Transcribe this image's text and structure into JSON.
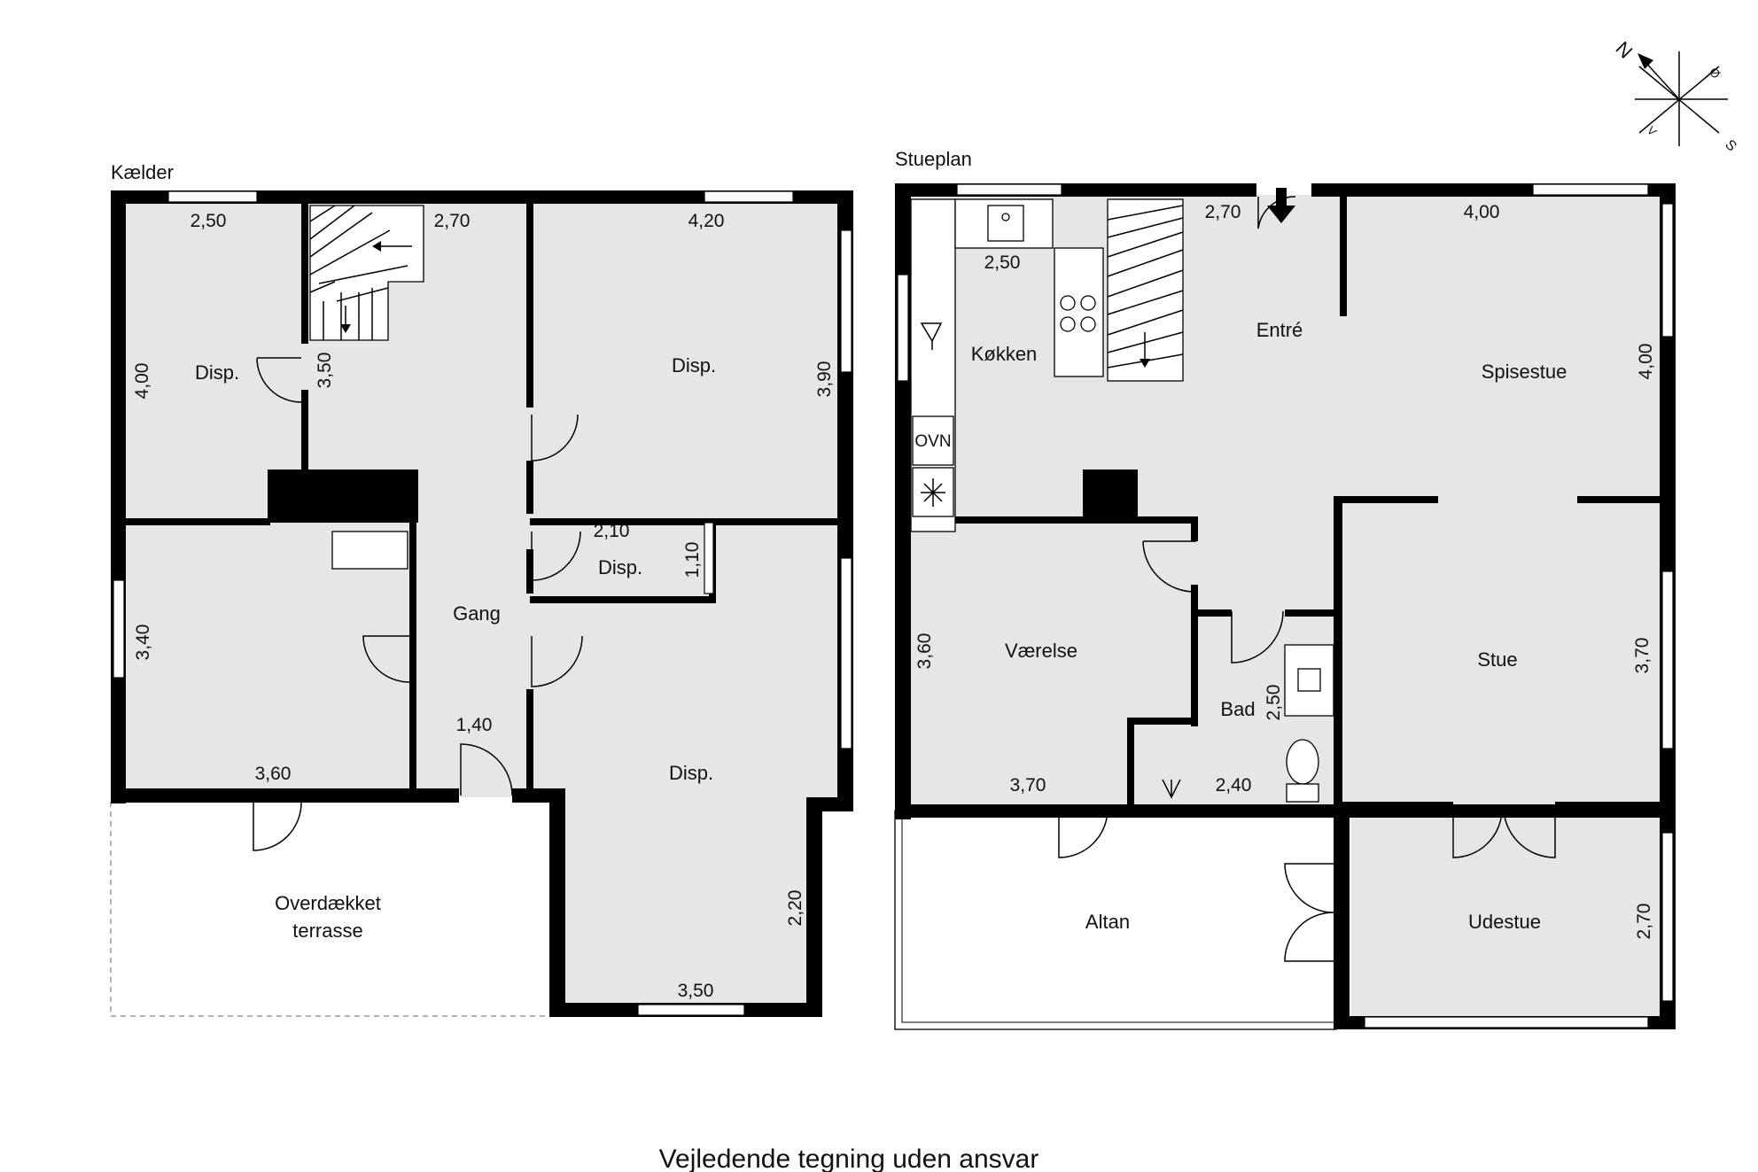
{
  "floors": {
    "basement": {
      "title": "Kælder",
      "rooms": [
        "Disp.",
        "Disp.",
        "Gang",
        "Disp.",
        "Disp.",
        "Overdækket",
        "terrasse"
      ],
      "dimensions": [
        "2,50",
        "2,70",
        "4,20",
        "4,00",
        "3,50",
        "3,90",
        "2,10",
        "1,10",
        "3,40",
        "1,40",
        "3,60",
        "2,20",
        "3,50"
      ]
    },
    "ground": {
      "title": "Stueplan",
      "rooms": [
        "Køkken",
        "Entré",
        "Spisestue",
        "Værelse",
        "Bad",
        "Stue",
        "Altan",
        "Udestue"
      ],
      "dimensions": [
        "2,50",
        "2,70",
        "4,00",
        "4,00",
        "3,60",
        "2,50",
        "3,70",
        "3,70",
        "2,40",
        "2,70"
      ],
      "appliance_label": "OVN"
    }
  },
  "compass": {
    "north": "N",
    "east": "Ø",
    "south": "S",
    "west": "V"
  },
  "footer": "Vejledende tegning uden ansvar"
}
